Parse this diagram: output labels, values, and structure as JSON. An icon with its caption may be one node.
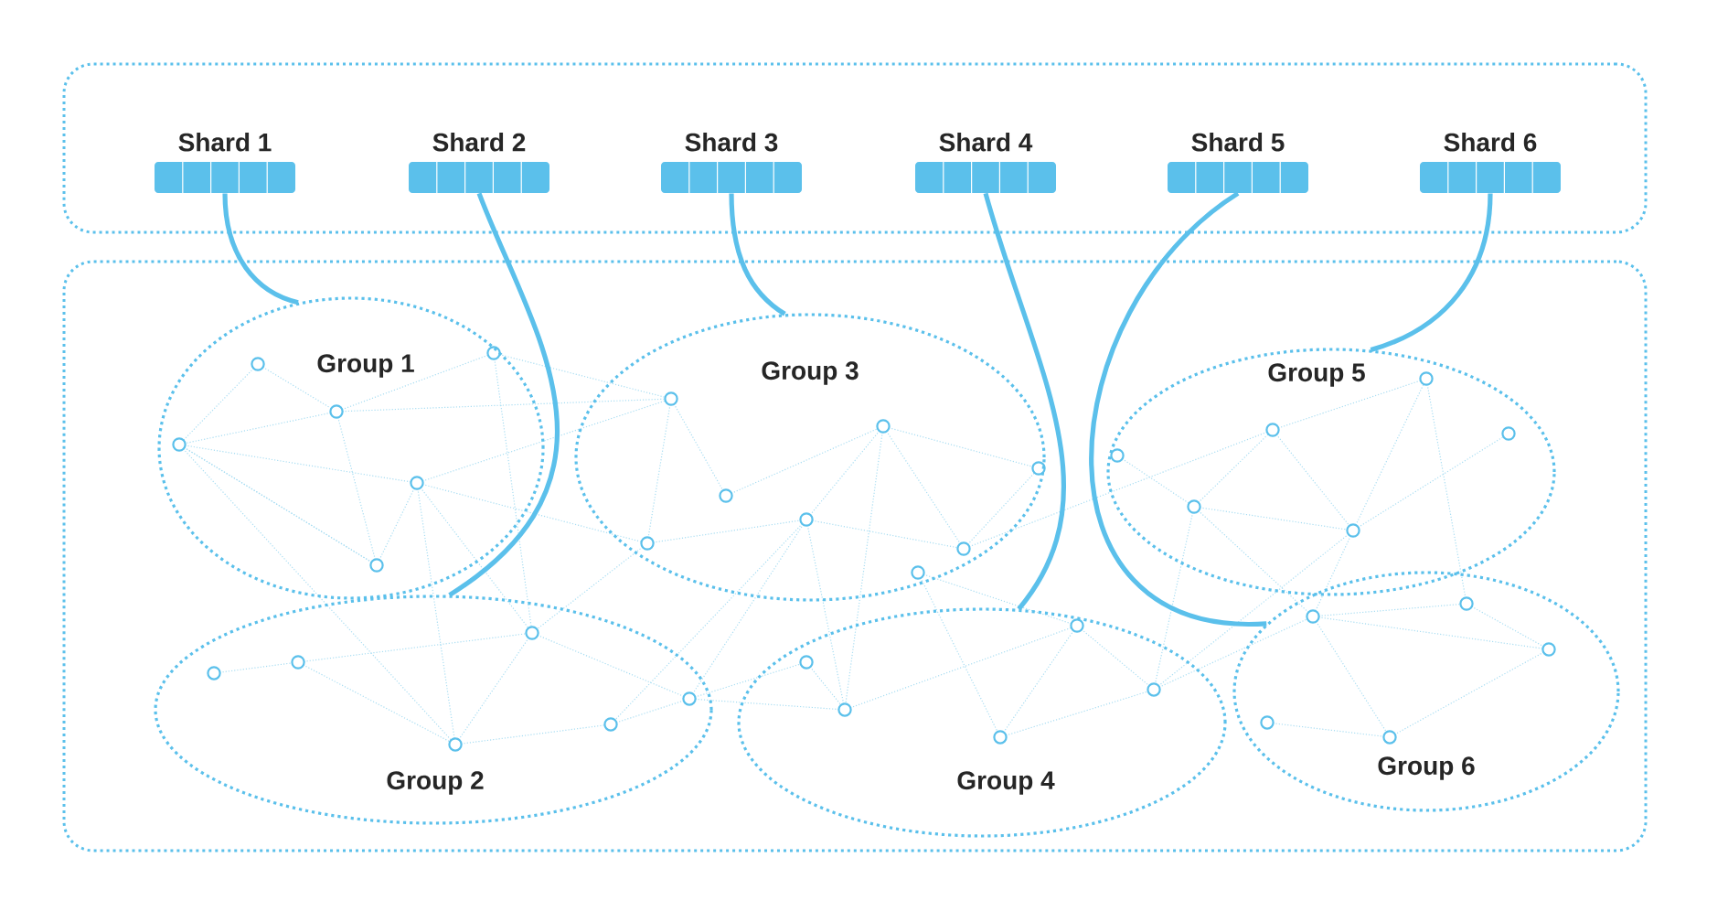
{
  "diagram": {
    "nodes": [
      {
        "text": [],
        "shape": "box"
      },
      {
        "text": [
          "Shard 1"
        ],
        "in": 0
      },
      {
        "text": [
          "Shard 2"
        ],
        "in": 0
      },
      {
        "text": [
          "Shard 3"
        ],
        "in": 0
      },
      {
        "text": [
          "Shard 4"
        ],
        "in": 0
      },
      {
        "text": [
          "Shard 5"
        ],
        "in": 0
      },
      {
        "text": [
          "Shard 6"
        ],
        "in": 0
      },
      {
        "text": [],
        "shape": "box"
      },
      {
        "text": [
          "Group 1"
        ],
        "in": 7
      },
      {
        "text": [
          "Group 3"
        ],
        "in": 7
      },
      {
        "text": [
          "Group 5"
        ],
        "in": 7
      },
      {
        "text": [
          "Group 2"
        ],
        "in": 7
      },
      {
        "text": [
          "Group 4"
        ],
        "in": 7
      },
      {
        "text": [
          "Group 6"
        ],
        "in": 7
      }
    ],
    "edges": [
      {
        "from": 1,
        "to": 8,
        "arrow": "none"
      },
      {
        "from": 2,
        "to": 11,
        "arrow": "none"
      },
      {
        "from": 3,
        "to": 9,
        "arrow": "none"
      },
      {
        "from": 4,
        "to": 12,
        "arrow": "none"
      },
      {
        "from": 5,
        "to": 13,
        "arrow": "none"
      },
      {
        "from": 6,
        "to": 10,
        "arrow": "none"
      }
    ]
  }
}
